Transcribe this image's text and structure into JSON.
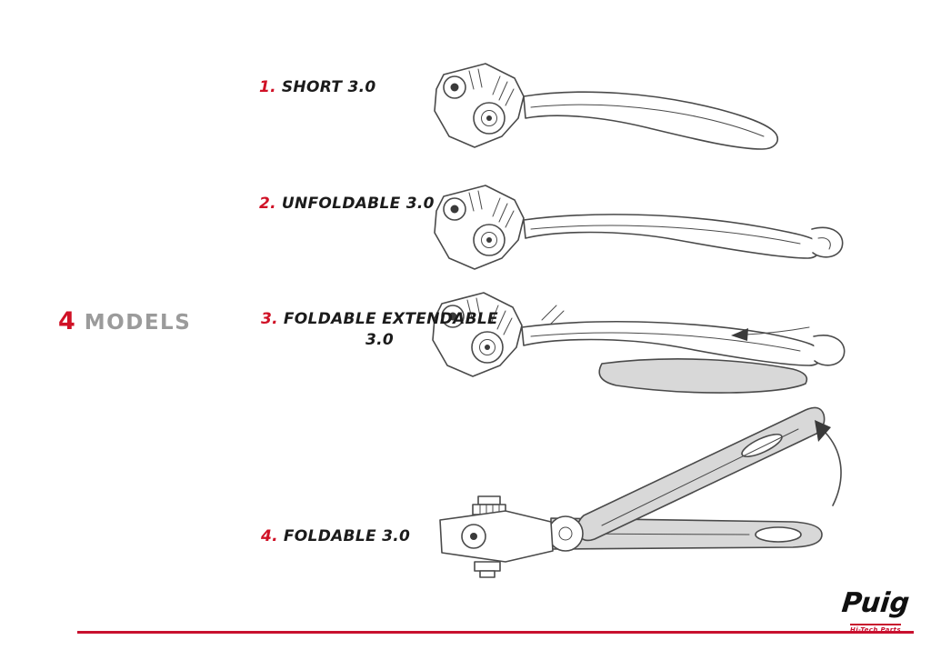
{
  "heading": {
    "count": "4",
    "label": "MODELS"
  },
  "models": [
    {
      "number": "1.",
      "name": "SHORT 3.0"
    },
    {
      "number": "2.",
      "name": "UNFOLDABLE 3.0"
    },
    {
      "number": "3.",
      "name": "FOLDABLE EXTENDABLE",
      "name_line2": "3.0"
    },
    {
      "number": "4.",
      "name": "FOLDABLE 3.0"
    }
  ],
  "logo": {
    "brand": "Puig",
    "tagline": "Hi-Tech Parts"
  },
  "icons": {
    "extend_arrow": "left-arrow",
    "fold_arrow": "curved-up-arrow"
  },
  "drawings": [
    "short-lever-side-view",
    "unfoldable-lever-side-view",
    "foldable-extendable-lever-side-view",
    "foldable-lever-folded-view"
  ],
  "colors": {
    "accent_red": "#c8102e",
    "number_red": "#d01126",
    "heading_gray": "#9b9b9b",
    "line_art": "#4a4a4a",
    "shaded_fill": "#d8d8d8"
  }
}
